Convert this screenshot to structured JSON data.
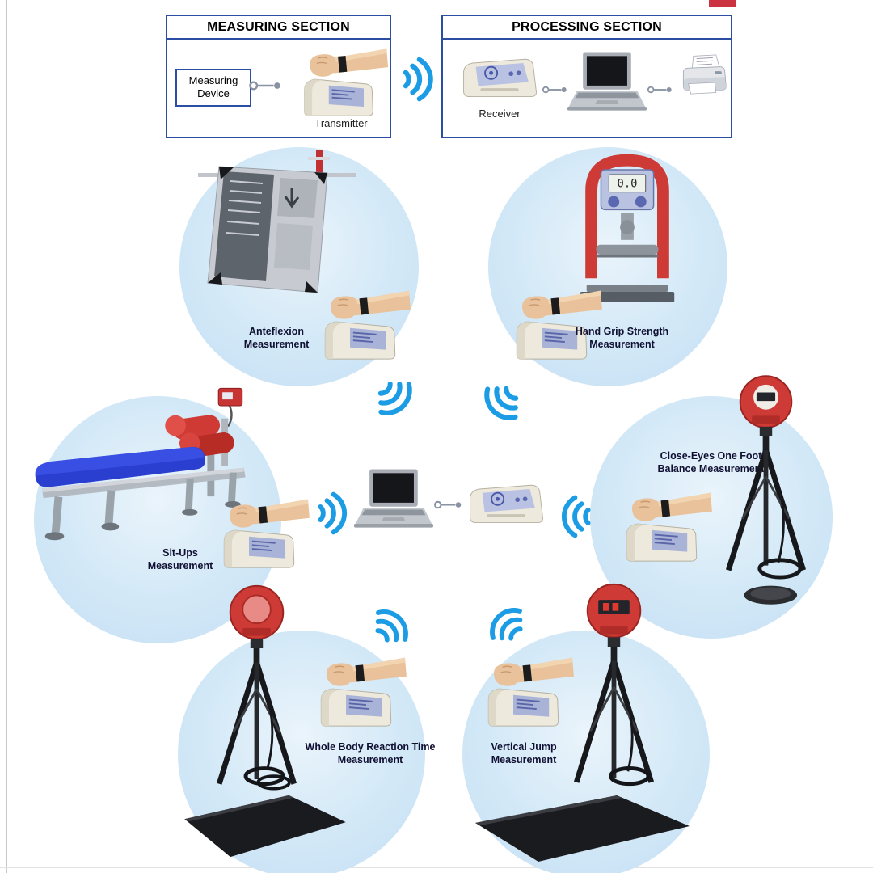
{
  "header": {
    "measuring": {
      "title": "MEASURING SECTION",
      "device_box": "Measuring Device",
      "transmitter": "Transmitter"
    },
    "processing": {
      "title": "PROCESSING SECTION",
      "receiver": "Receiver"
    }
  },
  "stations": {
    "anteflexion": {
      "line1": "Anteflexion",
      "line2": "Measurement"
    },
    "hand_grip": {
      "line1": "Hand Grip Strength",
      "line2": "Measurement"
    },
    "sit_ups": {
      "line1": "Sit-Ups",
      "line2": "Measurement"
    },
    "balance": {
      "line1": "Close-Eyes One Foot",
      "line2": "Balance Measurement"
    },
    "reaction": {
      "line1": "Whole Body Reaction Time",
      "line2": "Measurement"
    },
    "vertical_jump": {
      "line1": "Vertical Jump",
      "line2": "Measurement"
    }
  },
  "devices": {
    "grip_display": "0.0"
  },
  "icons": {
    "wireless": "wifi-signal-icon",
    "link": "link-connector-icon"
  },
  "colors": {
    "signal_blue": "#1b9ce4",
    "circle_blue": "#cde6f7",
    "box_border_blue": "#2b4ea2",
    "device_red": "#ce3a35",
    "bench_blue": "#2a3ed0"
  }
}
